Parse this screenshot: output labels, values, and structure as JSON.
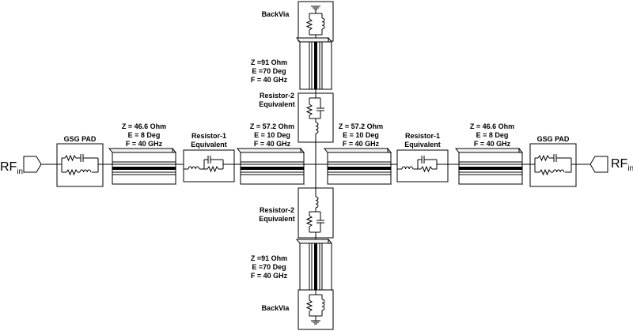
{
  "ports": {
    "left": {
      "main": "RF",
      "sub": "in"
    },
    "right": {
      "main": "RF",
      "sub": "in"
    }
  },
  "gsg_pad": {
    "left": {
      "label": "GSG PAD"
    },
    "right": {
      "label": "GSG PAD"
    }
  },
  "tl_outer": {
    "left": {
      "z": "Z = 46.6 Ohm",
      "e": "E = 8 Deg",
      "f": "F = 40 GHz"
    },
    "right": {
      "z": "Z = 46.6 Ohm",
      "e": "E = 8 Deg",
      "f": "F = 40 GHz"
    }
  },
  "resistor1": {
    "left": {
      "line1": "Resistor-1",
      "line2": "Equivalent"
    },
    "right": {
      "line1": "Resistor-1",
      "line2": "Equivalent"
    }
  },
  "tl_inner": {
    "left": {
      "z": "Z = 57.2 Ohm",
      "e": "E = 10 Deg",
      "f": "F = 40 GHz"
    },
    "right": {
      "z": "Z = 57.2 Ohm",
      "e": "E = 10 Deg",
      "f": "F = 40 GHz"
    }
  },
  "tl_vertical": {
    "top": {
      "z": "Z =91 Ohm",
      "e": "E =70 Deg",
      "f": "F = 40 GHz"
    },
    "bottom": {
      "z": "Z =91 Ohm",
      "e": "E =70 Deg",
      "f": "F = 40 GHz"
    }
  },
  "resistor2": {
    "top": {
      "line1": "Resistor-2",
      "line2": "Equivalent"
    },
    "bottom": {
      "line1": "Resistor-2",
      "line2": "Equivalent"
    }
  },
  "backvia": {
    "top": {
      "label": "BackVia"
    },
    "bottom": {
      "label": "BackVia"
    }
  }
}
